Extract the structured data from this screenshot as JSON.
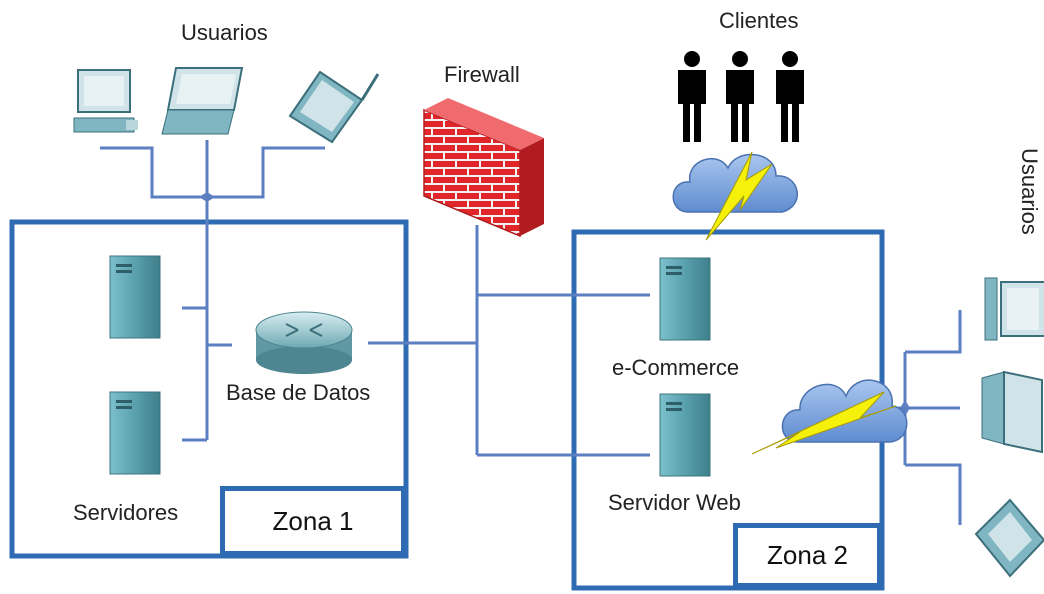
{
  "labels": {
    "usuarios_top": "Usuarios",
    "usuarios_right": "Usuarios",
    "firewall": "Firewall",
    "clientes": "Clientes",
    "base_de_datos": "Base de Datos",
    "servidores": "Servidores",
    "ecommerce": "e-Commerce",
    "servidor_web": "Servidor Web",
    "zona1": "Zona 1",
    "zona2": "Zona 2"
  },
  "icons": {
    "desktop": "desktop-computer-icon",
    "laptop": "laptop-icon",
    "pda": "pda-icon",
    "server": "server-tower-icon",
    "router": "router-icon",
    "firewall": "brick-wall-icon",
    "person": "person-icon",
    "cloud": "cloud-lightning-icon"
  },
  "colors": {
    "zone_border": "#2e6bb3",
    "link_line": "#5b7fc0",
    "server_fill": "#5aa0ad",
    "firewall_brick": "#e0262b",
    "cloud_fill": "#7ea6e0",
    "bolt_fill": "#f5f10a"
  }
}
